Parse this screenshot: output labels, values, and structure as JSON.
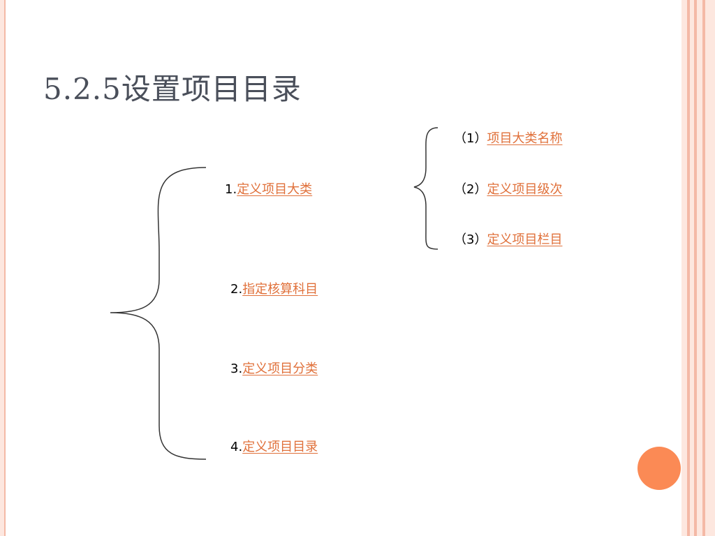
{
  "title": "5.2.5设置项目目录",
  "main_items": [
    {
      "prefix": "1.",
      "link": "定义项目大类"
    },
    {
      "prefix": "2.",
      "link": "指定核算科目"
    },
    {
      "prefix": "3.",
      "link": "定义项目分类"
    },
    {
      "prefix": "4.",
      "link": "定义项目目录"
    }
  ],
  "sub_items": [
    {
      "prefix": "（1）",
      "link": "项目大类名称 "
    },
    {
      "prefix": "（2）",
      "link": "定义项目级次 "
    },
    {
      "prefix": "（3）",
      "link": "定义项目栏目 "
    }
  ],
  "colors": {
    "link": "#e0703a",
    "title": "#4a4f5a",
    "accent_circle": "#fb8a55",
    "border_light": "#fde7df",
    "border_mid": "#f4b9a6"
  }
}
